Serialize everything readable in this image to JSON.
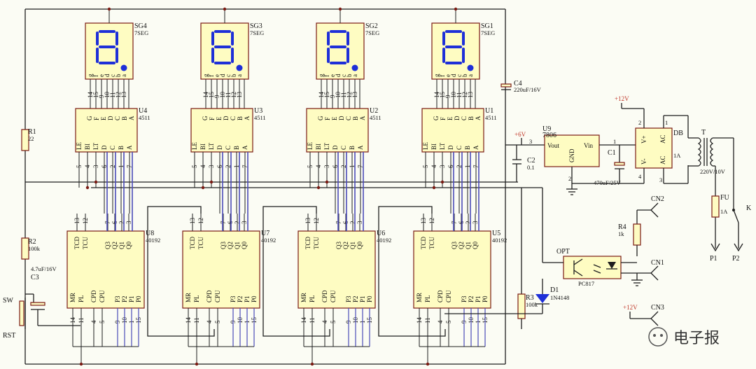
{
  "displays": [
    {
      "ref": "SG4",
      "type": "7SEG",
      "decoder": "U4",
      "decoder_part": "4511",
      "counter": "U8",
      "counter_part": "40192"
    },
    {
      "ref": "SG3",
      "type": "7SEG",
      "decoder": "U3",
      "decoder_part": "4511",
      "counter": "U7",
      "counter_part": "40192"
    },
    {
      "ref": "SG2",
      "type": "7SEG",
      "decoder": "U2",
      "decoder_part": "4511",
      "counter": "U6",
      "counter_part": "40192"
    },
    {
      "ref": "SG1",
      "type": "7SEG",
      "decoder": "U1",
      "decoder_part": "4511",
      "counter": "U5",
      "counter_part": "40192"
    }
  ],
  "segment_pins": [
    "g",
    "f",
    "e",
    "d",
    "c",
    "b",
    "a"
  ],
  "segment_pin_numbers": [
    "14",
    "15",
    "9",
    "10",
    "11",
    "12",
    "13"
  ],
  "decoder_pins_top": [
    "G",
    "F",
    "E",
    "D",
    "C",
    "B",
    "A"
  ],
  "decoder_pins_bottom": [
    "LE",
    "BI",
    "LT",
    "D",
    "C",
    "B",
    "A"
  ],
  "decoder_pin_numbers_bottom": [
    "5",
    "4",
    "3",
    "6",
    "2",
    "1",
    "7"
  ],
  "counter_pins_top": [
    "TCD",
    "TCU",
    "Q3",
    "Q2",
    "Q1",
    "Q0"
  ],
  "counter_pin_numbers_top": [
    "13",
    "12",
    "7",
    "6",
    "2",
    "3"
  ],
  "counter_pins_bottom": [
    "MR",
    "PL",
    "CPD",
    "CPU",
    "P3",
    "P2",
    "P1",
    "P0"
  ],
  "counter_pin_numbers_bottom": [
    "14",
    "11",
    "4",
    "5",
    "9",
    "10",
    "1",
    "15"
  ],
  "components": {
    "r1": {
      "ref": "R1",
      "value": "22"
    },
    "r2": {
      "ref": "R2",
      "value": "100k"
    },
    "c3": {
      "ref": "C3",
      "value": "4.7uF/16V"
    },
    "sw": {
      "ref": "SW",
      "label": "RST"
    },
    "c4": {
      "ref": "C4",
      "value": "220uF/16V"
    },
    "c2": {
      "ref": "C2",
      "value": "0.1"
    },
    "u9": {
      "ref": "U9",
      "part": "7806",
      "vout": "Vout",
      "vin": "Vin",
      "gnd": "GND",
      "pin3": "3",
      "pin1": "1",
      "pin2": "2"
    },
    "c1": {
      "ref": "C1",
      "value": "470uF/25V"
    },
    "db": {
      "ref": "DB",
      "value": "1A",
      "vplus": "V+",
      "vminus": "V-",
      "ac1": "AC",
      "ac2": "AC",
      "p1": "1",
      "p2": "2",
      "p3": "3",
      "p4": "4"
    },
    "t": {
      "ref": "T",
      "value": "220V/10V"
    },
    "fu": {
      "ref": "FU",
      "value": "1A"
    },
    "k": {
      "ref": "K"
    },
    "p1": {
      "ref": "P1"
    },
    "p2": {
      "ref": "P2"
    },
    "r4": {
      "ref": "R4",
      "value": "1k"
    },
    "opt": {
      "ref": "OPT",
      "part": "PC817"
    },
    "r3": {
      "ref": "R3",
      "value": "100k"
    },
    "d1": {
      "ref": "D1",
      "part": "1N4148"
    },
    "cn1": {
      "ref": "CN1"
    },
    "cn2": {
      "ref": "CN2"
    },
    "cn3": {
      "ref": "CN3"
    },
    "v6": "+6V",
    "v12a": "+12V",
    "v12b": "+12V"
  },
  "watermark": "电子报"
}
